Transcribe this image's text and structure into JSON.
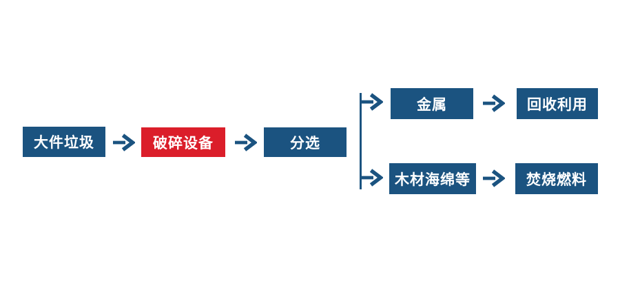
{
  "diagram": {
    "type": "flowchart",
    "description": "Bulky waste processing flow",
    "background_color": "#FFFFFF",
    "colors": {
      "node_blue": "#1B5380",
      "node_red": "#DB1E2A",
      "arrow_blue": "#1B5380",
      "label_text": "#FFFFFF"
    },
    "nodes": {
      "bulky_waste": {
        "label": "大件垃圾",
        "color": "#1B5380"
      },
      "crushing_equipment": {
        "label": "破碎设备",
        "color": "#DB1E2A"
      },
      "sorting": {
        "label": "分选",
        "color": "#1B5380"
      },
      "metal": {
        "label": "金属",
        "color": "#1B5380"
      },
      "recycling": {
        "label": "回收利用",
        "color": "#1B5380"
      },
      "wood_sponge": {
        "label": "木材海绵等",
        "color": "#1B5380"
      },
      "incineration_fuel": {
        "label": "焚烧燃料",
        "color": "#1B5380"
      }
    },
    "edges": [
      {
        "from": "大件垃圾",
        "to": "破碎设备"
      },
      {
        "from": "破碎设备",
        "to": "分选"
      },
      {
        "from": "分选",
        "to": "金属"
      },
      {
        "from": "分选",
        "to": "木材海绵等"
      },
      {
        "from": "金属",
        "to": "回收利用"
      },
      {
        "from": "木材海绵等",
        "to": "焚烧燃料"
      }
    ]
  }
}
